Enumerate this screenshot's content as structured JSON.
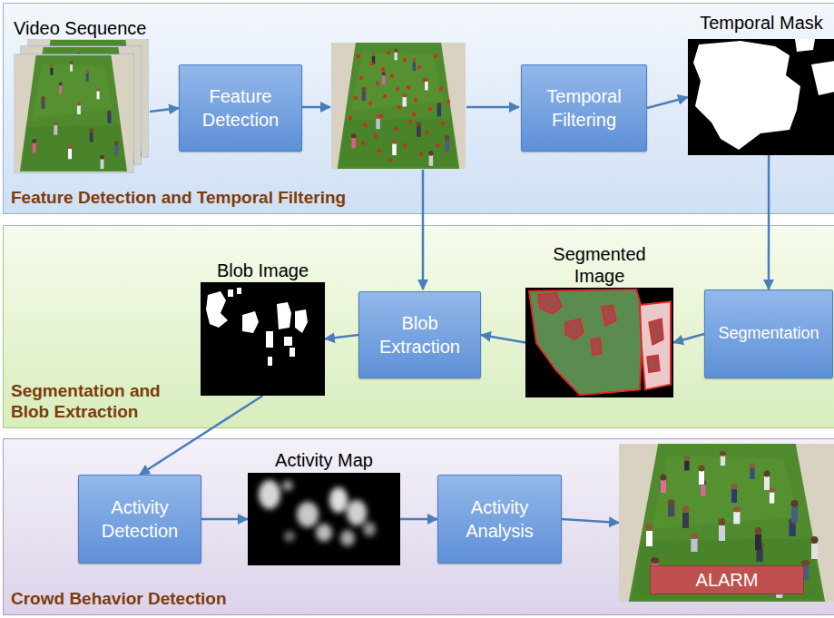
{
  "diagram": {
    "nodes": [
      {
        "text": [
          "Feature Detection and Temporal Filtering"
        ]
      },
      {
        "text": [
          "Video Sequence"
        ],
        "in": 0
      },
      {
        "text": [
          "Feature Detection"
        ],
        "in": 0
      },
      {
        "text": [
          "Temporal Filtering"
        ],
        "in": 0
      },
      {
        "text": [
          "Temporal Mask"
        ],
        "in": 0
      },
      {
        "text": [
          "Segmentation and Blob Extraction"
        ]
      },
      {
        "text": [
          "Blob Image"
        ],
        "in": 5
      },
      {
        "text": [
          "Blob Extraction"
        ],
        "in": 5
      },
      {
        "text": [
          "Segmented Image"
        ],
        "in": 5
      },
      {
        "text": [
          "Segmentation"
        ],
        "in": 5
      },
      {
        "text": [
          "Crowd Behavior Detection"
        ]
      },
      {
        "text": [
          "Activity Detection"
        ],
        "in": 10
      },
      {
        "text": [
          "Activity Map"
        ],
        "in": 10
      },
      {
        "text": [
          "Activity Analysis"
        ],
        "in": 10
      },
      {
        "text": [
          "ALARM"
        ],
        "in": 10
      }
    ],
    "edges": [
      {
        "from": 1,
        "to": 2,
        "arrow": "to"
      },
      {
        "from": 3,
        "to": 4,
        "arrow": "to"
      },
      {
        "from": 4,
        "to": 9,
        "arrow": "to"
      },
      {
        "from": 9,
        "to": 8,
        "arrow": "to"
      },
      {
        "from": 8,
        "to": 7,
        "arrow": "to"
      },
      {
        "from": 7,
        "to": 6,
        "arrow": "to"
      },
      {
        "from": 6,
        "to": 11,
        "arrow": "to"
      },
      {
        "from": 11,
        "to": 12,
        "arrow": "to"
      },
      {
        "from": 12,
        "to": 13,
        "arrow": "to"
      },
      {
        "from": 13,
        "to": 14,
        "arrow": "to"
      }
    ]
  }
}
